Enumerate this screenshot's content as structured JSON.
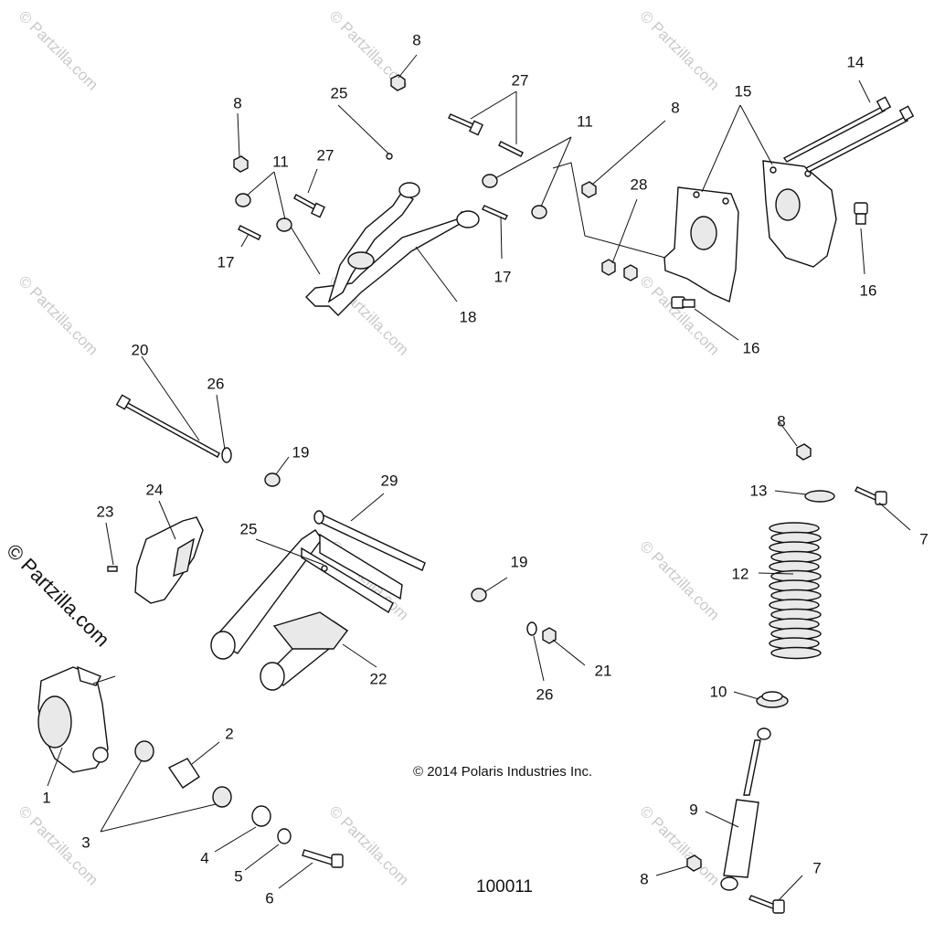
{
  "watermark": {
    "text": "© Partzilla.com"
  },
  "side_watermark": "© Partzilla.com",
  "copyright": "© 2014 Polaris Industries Inc.",
  "diagram_number": "100011",
  "callouts": {
    "c1": "1",
    "c2": "2",
    "c3": "3",
    "c4": "4",
    "c5": "5",
    "c6": "6",
    "c7a": "7",
    "c7b": "7",
    "c8a": "8",
    "c8b": "8",
    "c8c": "8",
    "c8d": "8",
    "c8e": "8",
    "c9": "9",
    "c10": "10",
    "c11a": "11",
    "c11b": "11",
    "c12": "12",
    "c13": "13",
    "c14": "14",
    "c15": "15",
    "c16a": "16",
    "c16b": "16",
    "c17a": "17",
    "c17b": "17",
    "c18": "18",
    "c19a": "19",
    "c19b": "19",
    "c20": "20",
    "c21": "21",
    "c22": "22",
    "c23": "23",
    "c24": "24",
    "c25a": "25",
    "c25b": "25",
    "c26a": "26",
    "c26b": "26",
    "c27a": "27",
    "c27b": "27",
    "c28": "28",
    "c29": "29"
  }
}
